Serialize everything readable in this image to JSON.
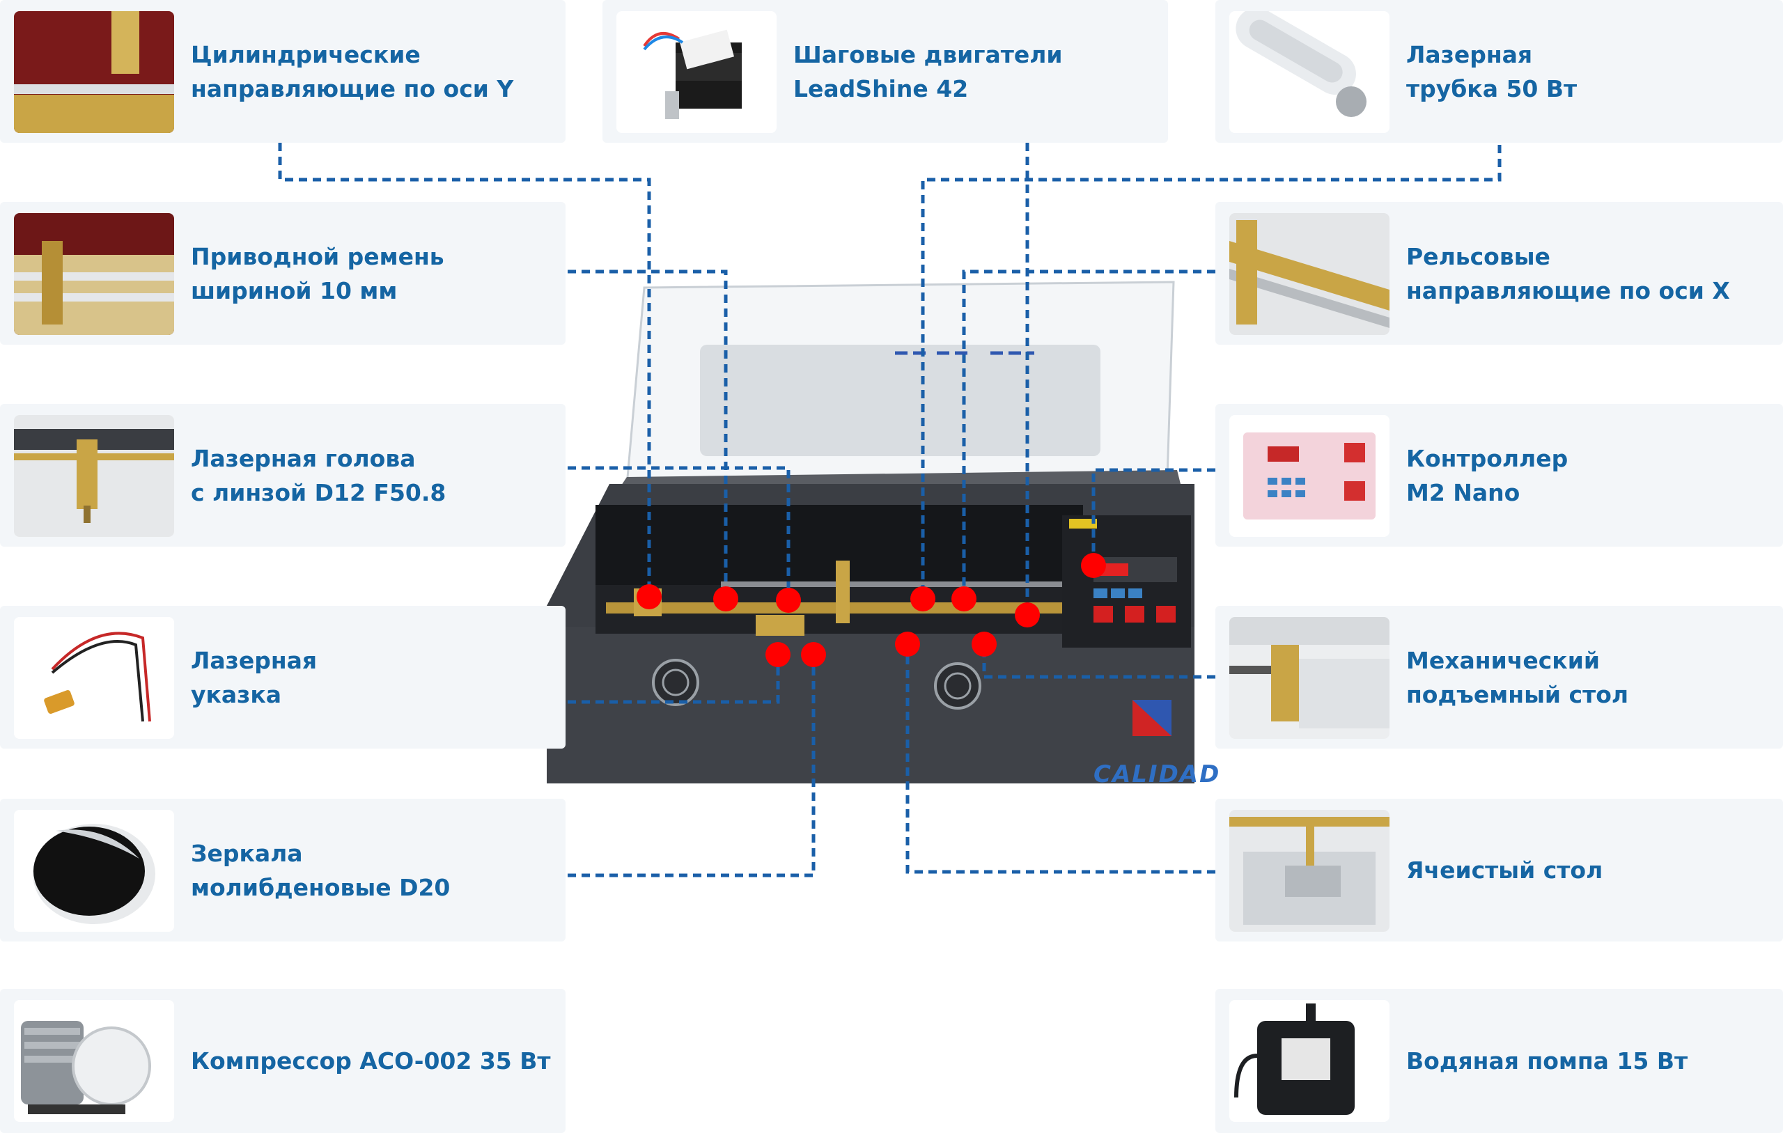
{
  "components": {
    "y_rails": {
      "line1": "Цилиндрические",
      "line2": "направляющие по оси Y",
      "icon": "rail-y-photo"
    },
    "steppers": {
      "line1": "Шаговые двигатели",
      "line2": "LeadShine 42",
      "icon": "stepper-motor-photo"
    },
    "tube": {
      "line1": "Лазерная",
      "line2": "трубка 50 Вт",
      "icon": "laser-tube-photo"
    },
    "belt": {
      "line1": "Приводной ремень",
      "line2": "шириной 10 мм",
      "icon": "drive-belt-photo"
    },
    "x_rails": {
      "line1": "Рельсовые",
      "line2": "направляющие по оси X",
      "icon": "rail-x-photo"
    },
    "head": {
      "line1": "Лазерная голова",
      "line2": "с линзой D12 F50.8",
      "icon": "laser-head-photo"
    },
    "controller": {
      "line1": "Контроллер",
      "line2": "M2 Nano",
      "icon": "controller-panel-photo"
    },
    "pointer": {
      "line1": "Лазерная",
      "line2": "указка",
      "icon": "laser-pointer-photo"
    },
    "lift_table": {
      "line1": "Механический",
      "line2": "подъемный стол",
      "icon": "lift-table-photo"
    },
    "mirrors": {
      "line1": "Зеркала",
      "line2": "молибденовые D20",
      "icon": "mirror-photo"
    },
    "honeycomb": {
      "line1": "Ячеистый стол",
      "icon": "honeycomb-table-photo"
    },
    "compressor": {
      "line1": "Компрессор ACO-002 35 Вт",
      "icon": "air-compressor-photo"
    },
    "pump": {
      "line1": "Водяная помпа 15 Вт",
      "icon": "water-pump-photo"
    }
  },
  "machine": {
    "brand": "CALIDAD",
    "icon": "laser-engraver-photo"
  },
  "colors": {
    "label": "#1565a3",
    "connector": "#1a5fa8",
    "marker": "#ff0000",
    "card": "#f3f6f9"
  }
}
